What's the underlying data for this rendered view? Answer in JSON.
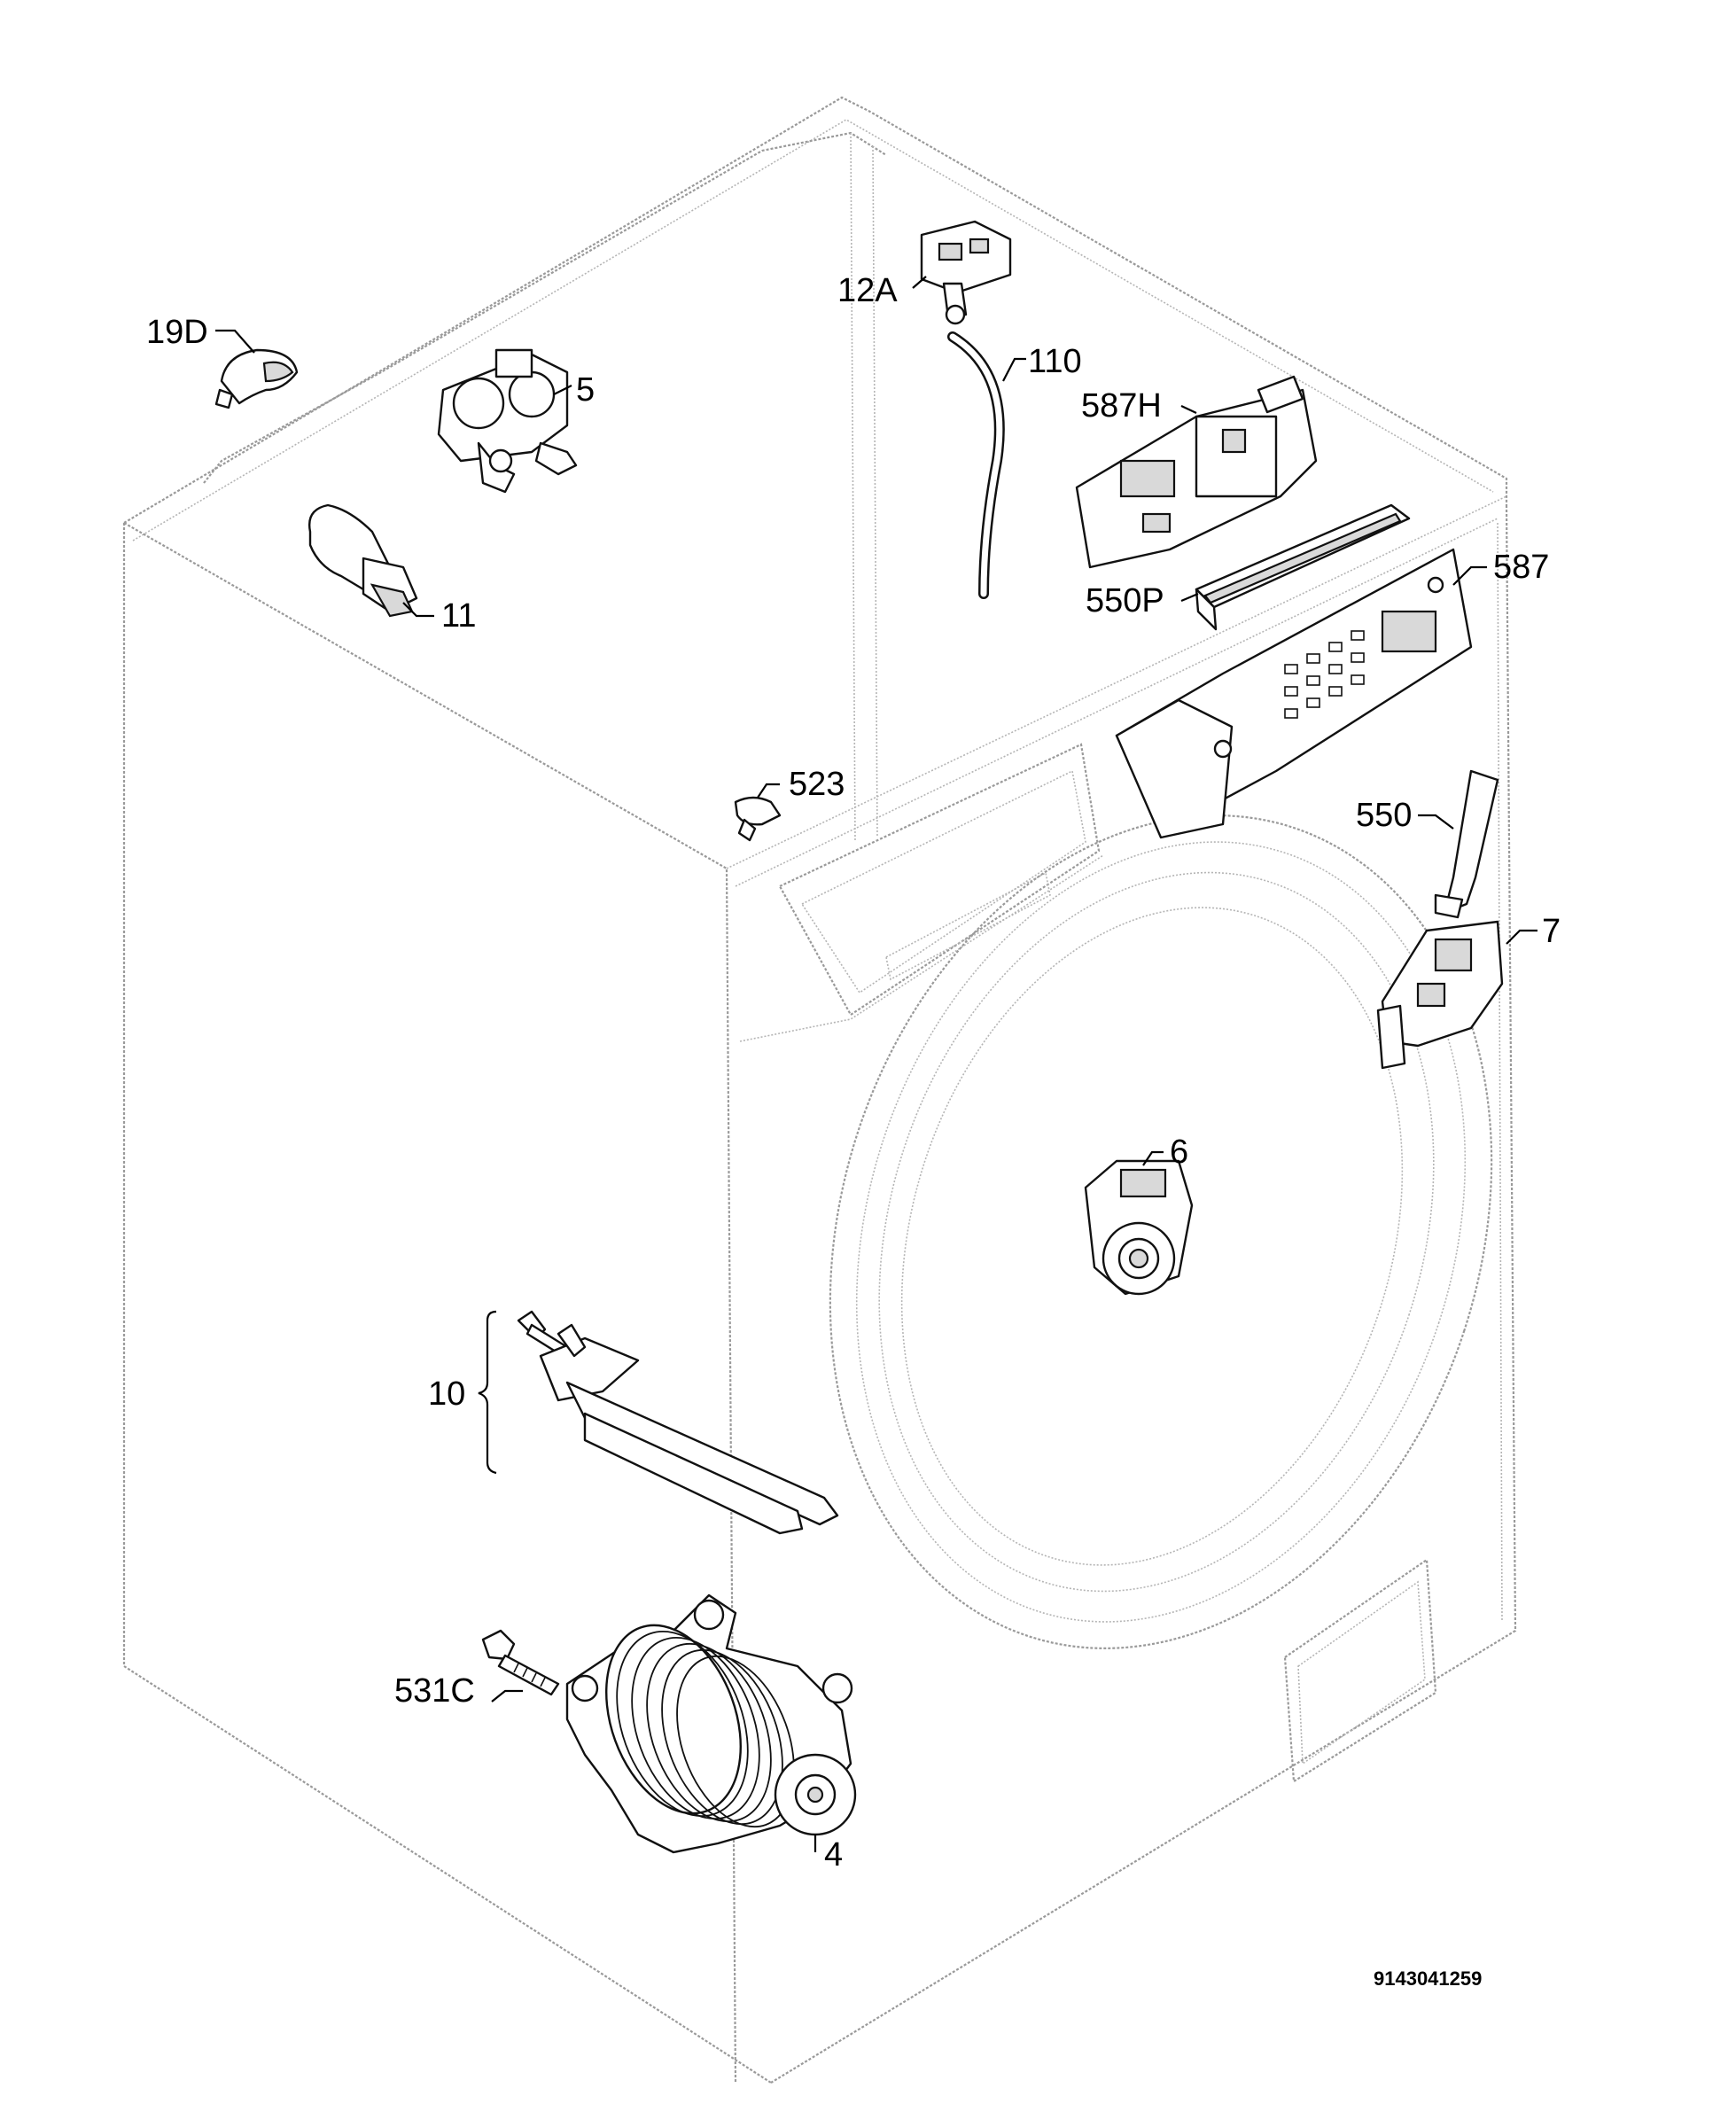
{
  "diagram_code": "9143041259",
  "parts": [
    {
      "id": "p-19d",
      "label": "19D"
    },
    {
      "id": "p-5",
      "label": "5"
    },
    {
      "id": "p-11",
      "label": "11"
    },
    {
      "id": "p-12a",
      "label": "12A"
    },
    {
      "id": "p-110",
      "label": "110"
    },
    {
      "id": "p-587h",
      "label": "587H"
    },
    {
      "id": "p-550p",
      "label": "550P"
    },
    {
      "id": "p-587",
      "label": "587"
    },
    {
      "id": "p-523",
      "label": "523"
    },
    {
      "id": "p-550",
      "label": "550"
    },
    {
      "id": "p-7",
      "label": "7"
    },
    {
      "id": "p-6",
      "label": "6"
    },
    {
      "id": "p-10",
      "label": "10"
    },
    {
      "id": "p-531c",
      "label": "531C"
    },
    {
      "id": "p-4",
      "label": "4"
    }
  ]
}
